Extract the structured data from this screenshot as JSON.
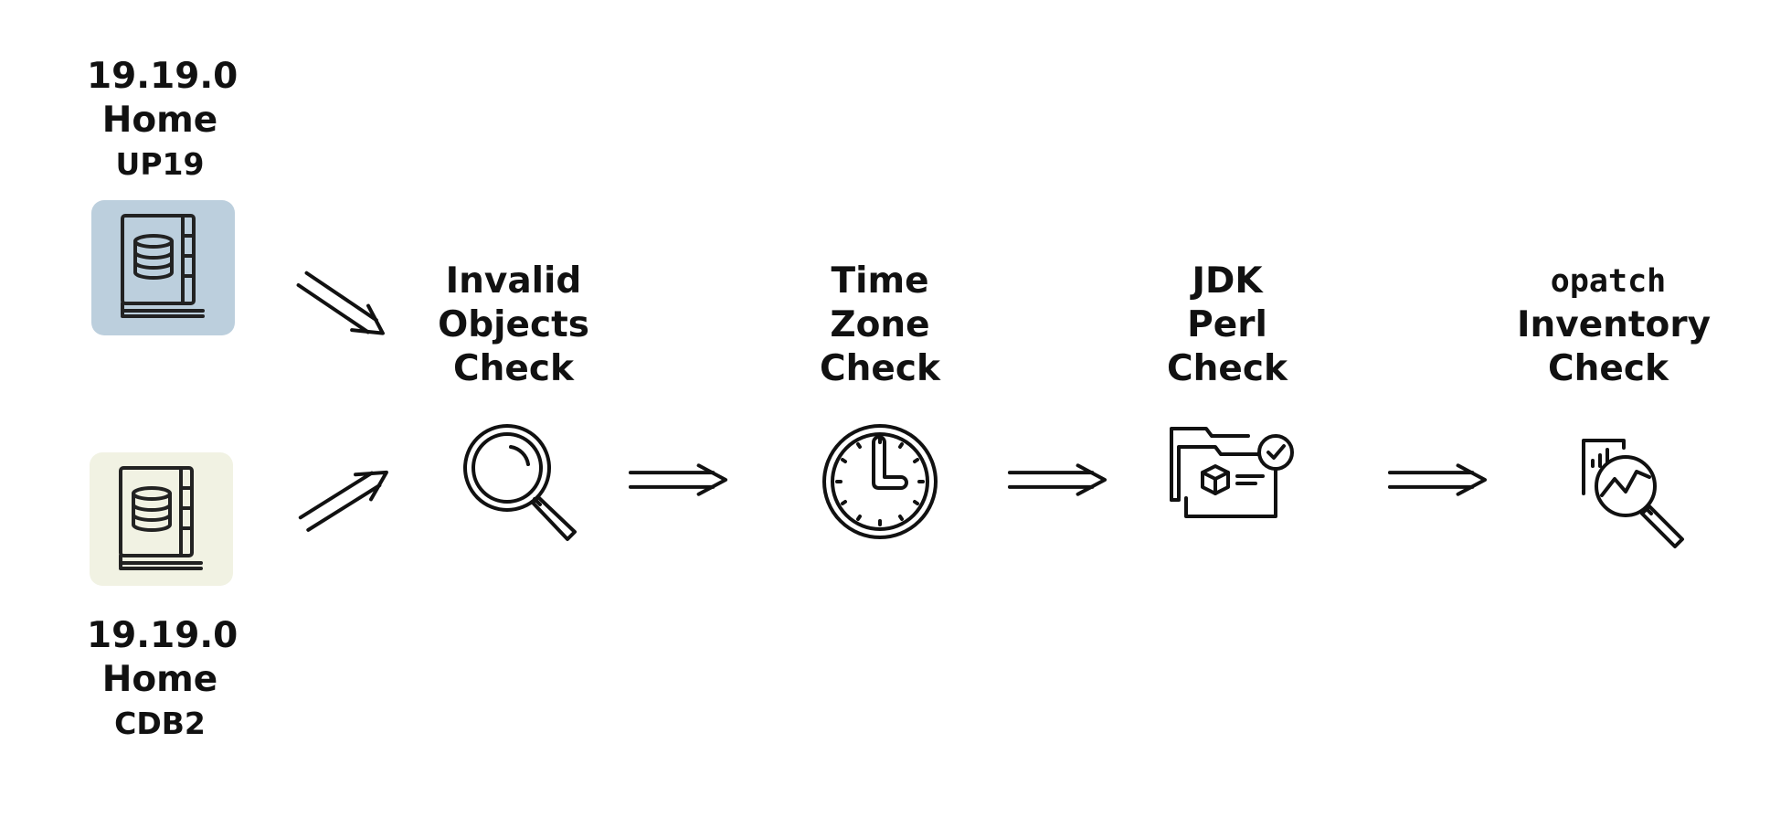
{
  "source_home": {
    "version": "19.19.0",
    "home_label": "Home",
    "name": "UP19",
    "tile_color": "#bccfdd",
    "icon": "database-book-icon"
  },
  "target_home": {
    "version": "19.19.0",
    "home_label": "Home",
    "name": "CDB2",
    "tile_color": "#f1f2e3",
    "icon": "database-book-icon"
  },
  "steps": [
    {
      "lines": [
        "Invalid",
        "Objects",
        "Check"
      ],
      "icon": "magnifier-icon"
    },
    {
      "lines": [
        "Time",
        "Zone",
        "Check"
      ],
      "icon": "clock-icon"
    },
    {
      "lines": [
        "JDK",
        "Perl",
        "Check"
      ],
      "icon": "package-folder-check-icon"
    },
    {
      "lines": [
        "opatch",
        "Inventory",
        "Check"
      ],
      "icon": "chart-magnifier-icon"
    }
  ],
  "arrow_icon": "double-arrow-icon",
  "colors": {
    "ink": "#111111"
  }
}
